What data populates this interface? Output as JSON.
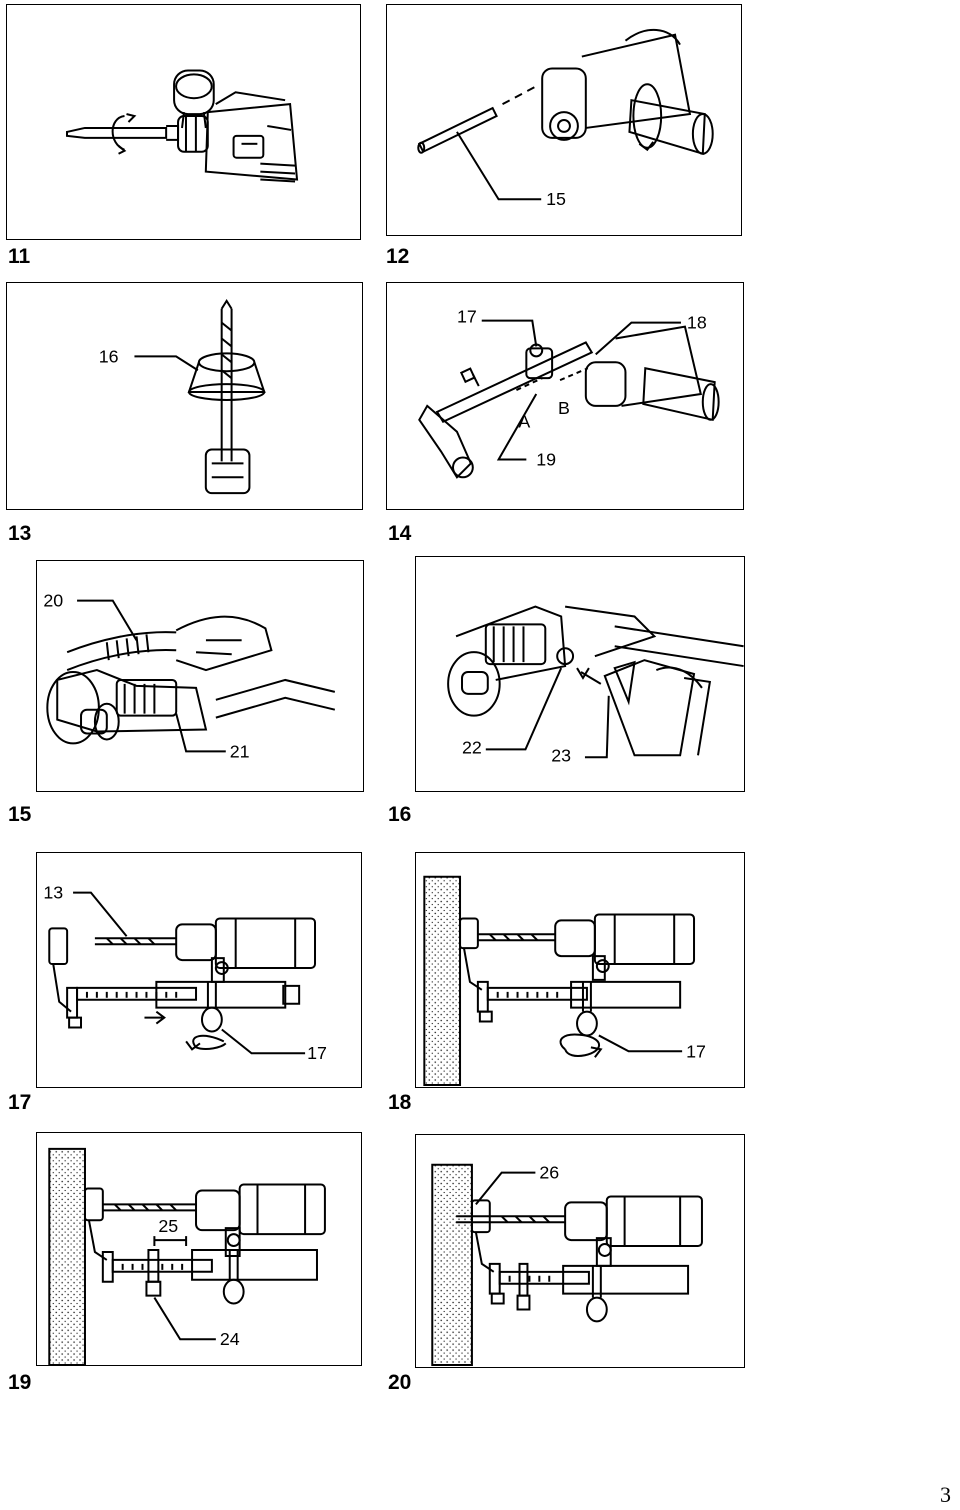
{
  "page_number": "3",
  "figures": [
    {
      "number": "11",
      "callouts": []
    },
    {
      "number": "12",
      "callouts": [
        "15"
      ]
    },
    {
      "number": "13",
      "callouts": [
        "16"
      ]
    },
    {
      "number": "14",
      "callouts": [
        "17",
        "18",
        "A",
        "B",
        "19"
      ]
    },
    {
      "number": "15",
      "callouts": [
        "20",
        "21"
      ]
    },
    {
      "number": "16",
      "callouts": [
        "22",
        "23"
      ]
    },
    {
      "number": "17",
      "callouts": [
        "13",
        "17"
      ]
    },
    {
      "number": "18",
      "callouts": [
        "17"
      ]
    },
    {
      "number": "19",
      "callouts": [
        "25",
        "24"
      ]
    },
    {
      "number": "20",
      "callouts": [
        "26"
      ]
    }
  ]
}
